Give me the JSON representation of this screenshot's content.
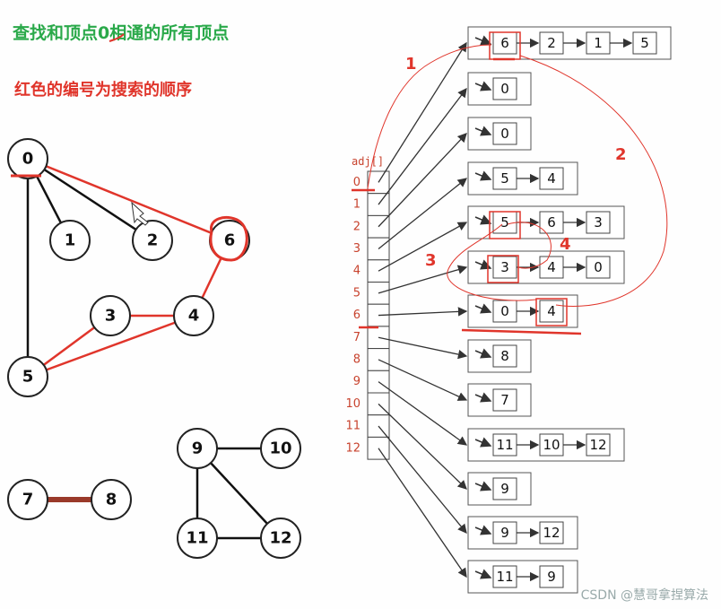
{
  "header": {
    "title": "查找和顶点0相通的所有顶点",
    "subtitle": "红色的编号为搜索的顺序"
  },
  "graph": {
    "nodes": [
      "0",
      "1",
      "2",
      "3",
      "4",
      "5",
      "6",
      "7",
      "8",
      "9",
      "10",
      "11",
      "12"
    ],
    "edges": [
      [
        "0",
        "1"
      ],
      [
        "0",
        "2"
      ],
      [
        "0",
        "5"
      ],
      [
        "0",
        "6"
      ],
      [
        "3",
        "4"
      ],
      [
        "3",
        "5"
      ],
      [
        "4",
        "5"
      ],
      [
        "4",
        "6"
      ],
      [
        "7",
        "8"
      ],
      [
        "9",
        "10"
      ],
      [
        "9",
        "11"
      ],
      [
        "9",
        "12"
      ],
      [
        "11",
        "12"
      ]
    ],
    "highlighted_edges": [
      [
        "0",
        "6"
      ],
      [
        "6",
        "4"
      ],
      [
        "4",
        "3"
      ],
      [
        "3",
        "5"
      ],
      [
        "4",
        "5"
      ],
      [
        "7",
        "8"
      ]
    ]
  },
  "adjacency": {
    "label": "adj[]",
    "indices": [
      "0",
      "1",
      "2",
      "3",
      "4",
      "5",
      "6",
      "7",
      "8",
      "9",
      "10",
      "11",
      "12"
    ],
    "lists": [
      [
        "6",
        "2",
        "1",
        "5"
      ],
      [
        "0"
      ],
      [
        "0"
      ],
      [
        "5",
        "4"
      ],
      [
        "5",
        "6",
        "3"
      ],
      [
        "3",
        "4",
        "0"
      ],
      [
        "0",
        "4"
      ],
      [
        "8"
      ],
      [
        "7"
      ],
      [
        "11",
        "10",
        "12"
      ],
      [
        "9"
      ],
      [
        "9",
        "12"
      ],
      [
        "11",
        "9"
      ]
    ]
  },
  "search_order_labels": [
    "1",
    "2",
    "3",
    "4"
  ],
  "colors": {
    "title": "#2aa94a",
    "highlight": "#e0352b",
    "index": "#c8432e",
    "edge_7_8": "#9a3a2a"
  },
  "watermark": "CSDN @慧哥拿捏算法"
}
